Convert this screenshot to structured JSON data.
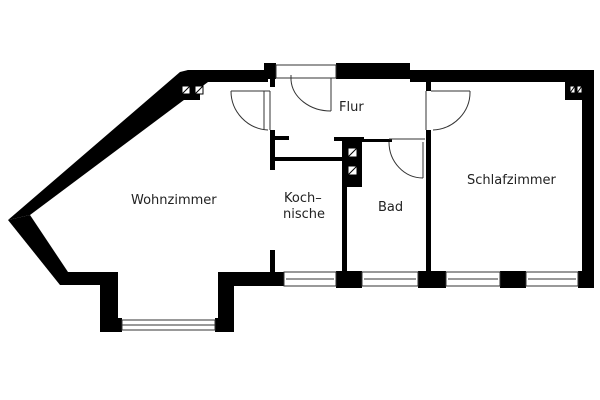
{
  "floor_plan": {
    "rooms": [
      {
        "id": "wohnzimmer",
        "label": "Wohnzimmer"
      },
      {
        "id": "kochnische",
        "label_line1": "Koch–",
        "label_line2": "nische"
      },
      {
        "id": "flur",
        "label": "Flur"
      },
      {
        "id": "bad",
        "label": "Bad"
      },
      {
        "id": "schlafzimmer",
        "label": "Schlafzimmer"
      }
    ],
    "colors": {
      "wall": "#000000",
      "background": "#ffffff",
      "line": "#333333"
    }
  }
}
